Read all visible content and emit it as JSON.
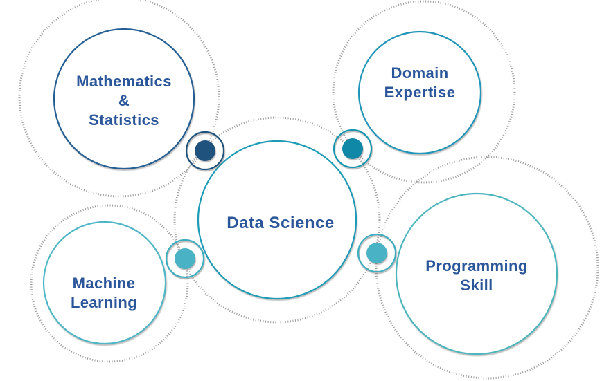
{
  "colors": {
    "background": "#FFFFFF",
    "label_text": "#2B579A",
    "dotted_ring": "#979797",
    "math_stroke": "#245E92",
    "domain_stroke": "#2095B8",
    "data_science_stroke": "#1E9BB6",
    "machine_learning_stroke": "#4FB6C6",
    "programming_stroke": "#4DB6BD",
    "marker_dark_blue_fill": "#1F537E",
    "marker_dark_blue_ring": "#1F537E",
    "marker_teal_fill": "#0F87A6",
    "marker_teal_ring": "#1496B1",
    "marker_light_teal_fill": "#49B2C4",
    "marker_light_teal_ring": "#3FAEC0"
  },
  "venn": {
    "math": {
      "line1": "Mathematics",
      "line2": "&",
      "line3": "Statistics"
    },
    "domain": {
      "line1": "Domain",
      "line2": "Expertise"
    },
    "data_science": {
      "label": "Data Science"
    },
    "machine_learning": {
      "line1": "Machine",
      "line2": "Learning"
    },
    "programming": {
      "line1": "Programming",
      "line2": "Skill"
    }
  }
}
